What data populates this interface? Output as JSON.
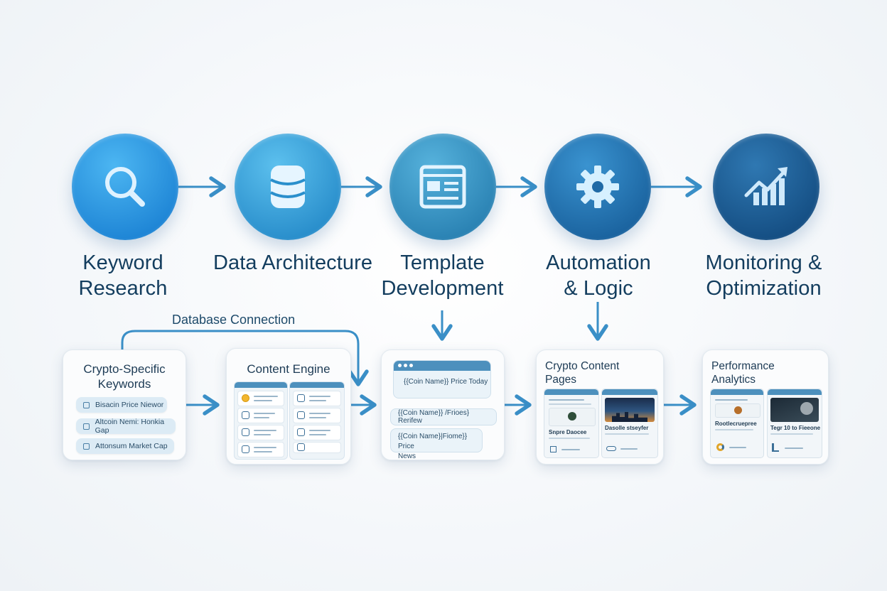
{
  "steps": [
    {
      "name": "Keyword Research",
      "line1": "Keyword",
      "line2": "Research",
      "icon": "magnifier-icon",
      "color_top": "#3aa8ec",
      "color_bottom": "#1f86d6"
    },
    {
      "name": "Data Architecture",
      "line1": "Data Architecture",
      "line2": "",
      "icon": "database-icon",
      "color_top": "#45a9e0",
      "color_bottom": "#2a8fcc"
    },
    {
      "name": "Template Development",
      "line1": "Template",
      "line2": "Development",
      "icon": "template-icon",
      "color_top": "#3e9fce",
      "color_bottom": "#2b83b4"
    },
    {
      "name": "Automation & Logic",
      "line1": "Automation",
      "line2": "& Logic",
      "icon": "gear-icon",
      "color_top": "#2b7fbd",
      "color_bottom": "#1b64a0"
    },
    {
      "name": "Monitoring & Optimization",
      "line1": "Monitoring &",
      "line2": "Optimization",
      "icon": "growth-chart-icon",
      "color_top": "#21659e",
      "color_bottom": "#154f84"
    }
  ],
  "connector_label": "Database Connection",
  "keywords_card": {
    "title_line1": "Crypto-Specific",
    "title_line2": "Keywords",
    "items": [
      "Bisacin Price Niewor",
      "Altcoin Nemi: Honkia Gap",
      "Attonsum Market Cap"
    ]
  },
  "engine_card": {
    "title": "Content Engine"
  },
  "template_card": {
    "fields": [
      "{{Coin Name}} Price Today",
      "{{Coin Name}} /Frioes} Rerifew",
      "{{Coin Name}|Fiome}} Price",
      "News"
    ]
  },
  "pages_card": {
    "title_line1": "Crypto Content",
    "title_line2": "Pages",
    "left_caption": "Snpre Daocee",
    "right_caption": "Dasolle stseyfer"
  },
  "analytics_card": {
    "title_line1": "Performance",
    "title_line2": "Analytics",
    "left_caption": "Rootlecruepree",
    "right_caption": "Tegr 10 to Fieeone"
  },
  "colors": {
    "arrow": "#3a8fc7",
    "text": "#133d5e",
    "accent": "#4d90bd"
  }
}
